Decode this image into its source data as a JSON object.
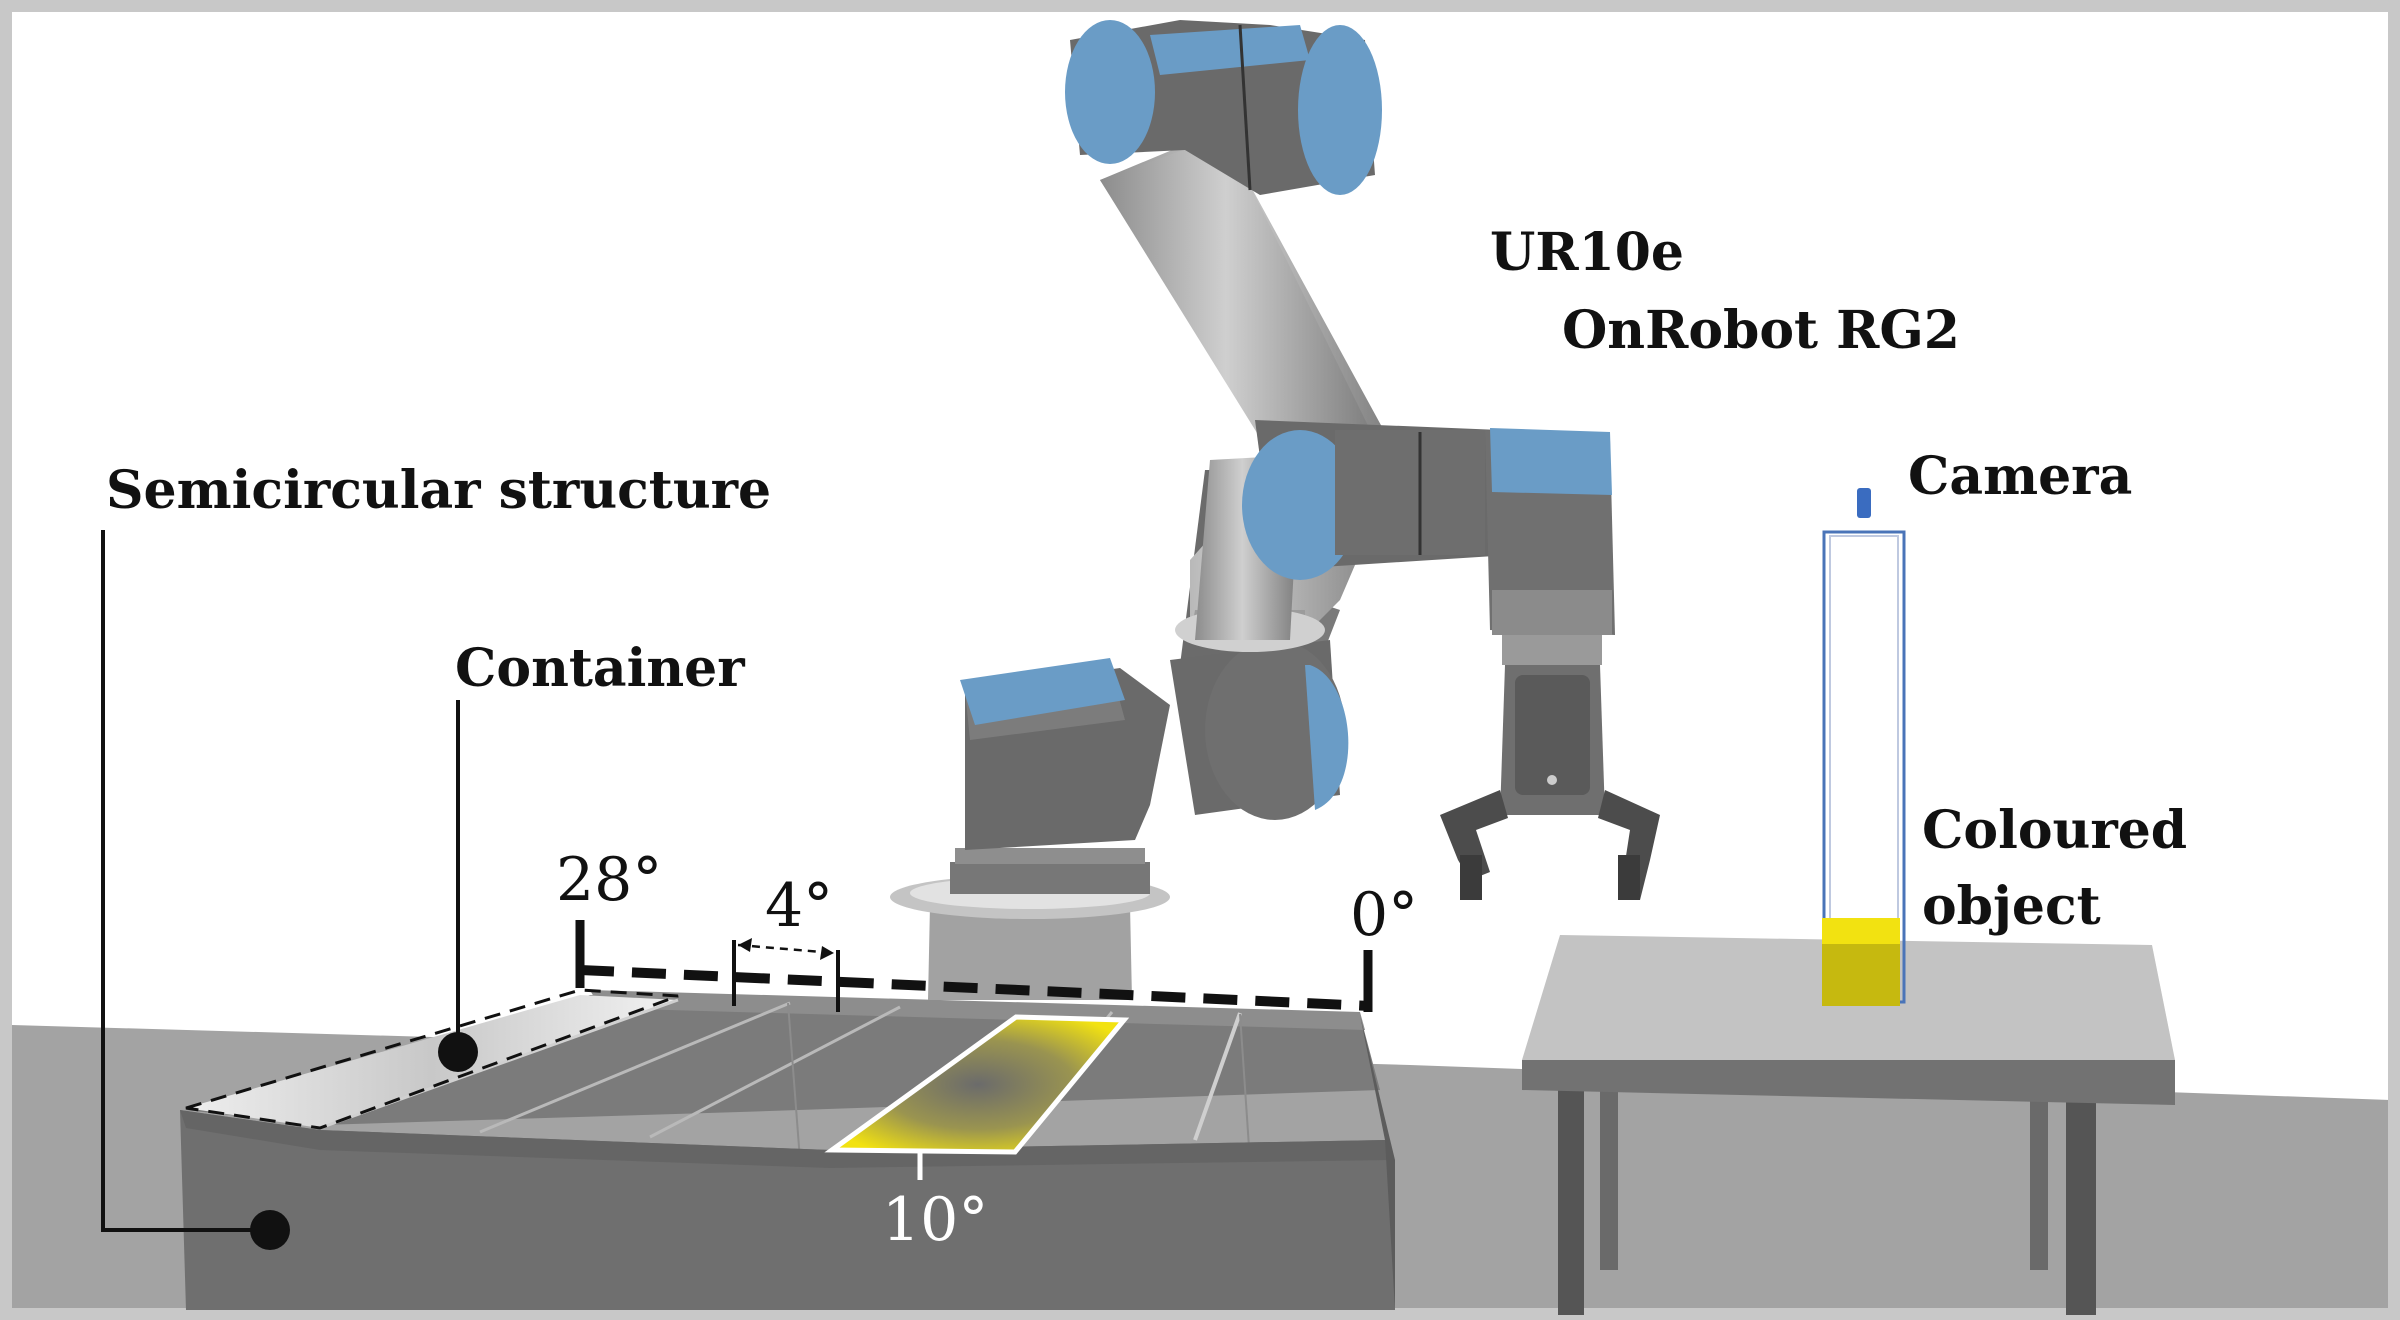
{
  "labels": {
    "robot": "UR10e",
    "gripper": "OnRobot RG2",
    "camera": "Camera",
    "object_line1": "Coloured",
    "object_line2": "object",
    "structure": "Semicircular structure",
    "container": "Container"
  },
  "angles": {
    "start": "28°",
    "step": "4°",
    "end": "0°",
    "highlight": "10°"
  },
  "colors": {
    "robot_joint_cap": "#6a9cc6",
    "robot_body": "#6b6b6b",
    "robot_tube": "#a9a9a9",
    "highlight": "#f2e211",
    "object": "#d9cc14",
    "frame": "#c8c8c8",
    "floor": "#a3a3a3",
    "structure": "#6f6f6f"
  }
}
